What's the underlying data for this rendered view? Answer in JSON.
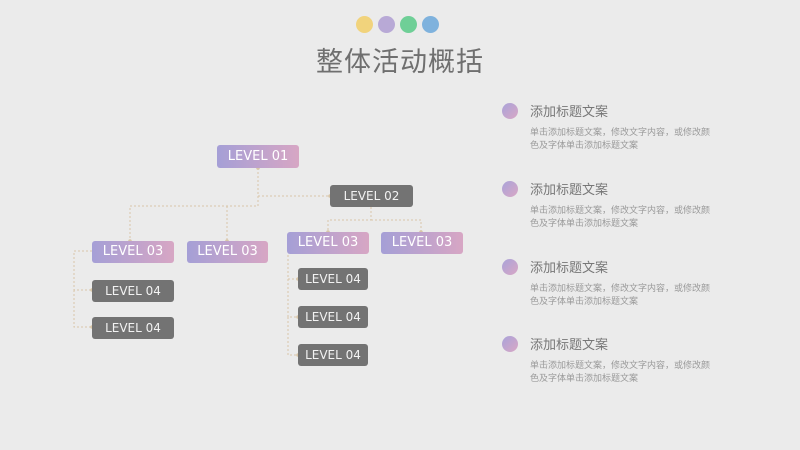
{
  "title": "整体活动概括",
  "colors": {
    "dot_yellow": "#f1d37c",
    "dot_purple": "#b8a9d6",
    "dot_green": "#6fcf97",
    "dot_blue": "#7fb2dd",
    "gradient_start": "#a59fd6",
    "gradient_end": "#d7a6c4",
    "dark_node": "#737373",
    "connector": "#d8c6a8"
  },
  "tree": {
    "root": "LEVEL 01",
    "level2": "LEVEL 02",
    "left_branch": {
      "label": "LEVEL 03",
      "children": [
        "LEVEL 04",
        "LEVEL 04"
      ]
    },
    "middle_left": "LEVEL 03",
    "right_branch": {
      "label": "LEVEL 03",
      "children": [
        "LEVEL 04",
        "LEVEL 04",
        "LEVEL 04"
      ]
    },
    "far_right": "LEVEL 03"
  },
  "info_items": [
    {
      "title": "添加标题文案",
      "desc": "单击添加标题文案，修改文字内容，或修改颜色及字体单击添加标题文案"
    },
    {
      "title": "添加标题文案",
      "desc": "单击添加标题文案，修改文字内容，或修改颜色及字体单击添加标题文案"
    },
    {
      "title": "添加标题文案",
      "desc": "单击添加标题文案，修改文字内容，或修改颜色及字体单击添加标题文案"
    },
    {
      "title": "添加标题文案",
      "desc": "单击添加标题文案，修改文字内容，或修改颜色及字体单击添加标题文案"
    }
  ]
}
